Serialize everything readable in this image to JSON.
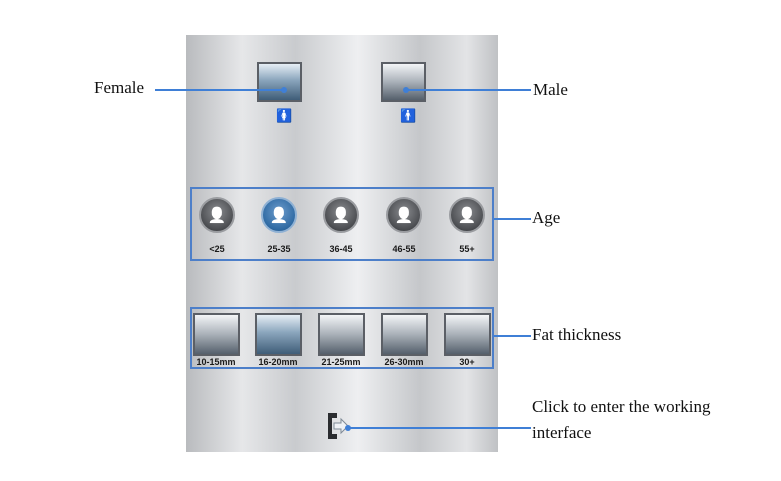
{
  "gender": {
    "female_label": "Female",
    "male_label": "Male",
    "female_icon": "female-icon",
    "male_icon": "male-icon"
  },
  "age": {
    "label": "Age",
    "options": [
      "<25",
      "25-35",
      "36-45",
      "46-55",
      "55+"
    ],
    "selected": "25-35"
  },
  "fat": {
    "label": "Fat thickness",
    "options": [
      "10-15mm",
      "16-20mm",
      "21-25mm",
      "26-30mm",
      "30+"
    ],
    "selected": "16-20mm"
  },
  "enter": {
    "label_line1": "Click to enter the working",
    "label_line2": "interface",
    "icon": "enter-icon"
  },
  "colors": {
    "accent": "#3f7fd6",
    "selected": "#2f6aa3"
  }
}
